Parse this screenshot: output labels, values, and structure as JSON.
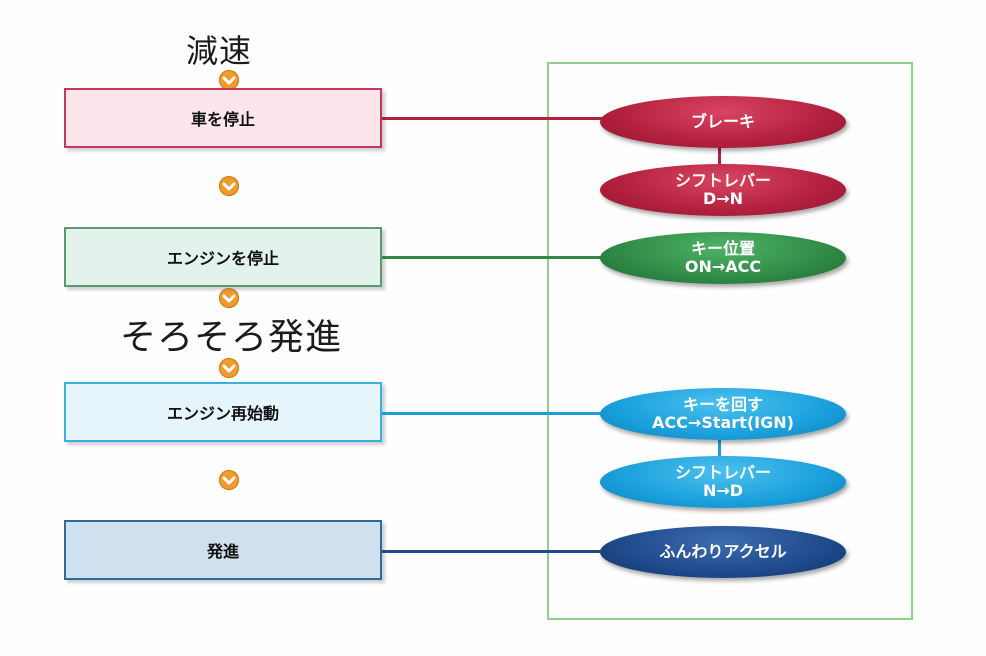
{
  "headings": {
    "decelerate": "減速",
    "slowly_start": "そろそろ発進"
  },
  "steps": [
    {
      "label": "車を停止",
      "color": "#c6375a",
      "fill": "#fce6ec"
    },
    {
      "label": "エンジンを停止",
      "color": "#5a9a70",
      "fill": "#e3f2ea"
    },
    {
      "label": "エンジン再始動",
      "color": "#3ab0e0",
      "fill": "#e6f4fb"
    },
    {
      "label": "発進",
      "color": "#2f6b9a",
      "fill": "#cfe1ee"
    }
  ],
  "actions": [
    {
      "lines": [
        "ブレーキ"
      ],
      "color": "#b3203e"
    },
    {
      "lines": [
        "シフトレバー",
        "D→N"
      ],
      "color": "#b3203e"
    },
    {
      "lines": [
        "キー位置",
        "ON→ACC"
      ],
      "color": "#2f8a45"
    },
    {
      "lines": [
        "キーを回す",
        "ACC→Start(IGN)"
      ],
      "color": "#1aa0dc"
    },
    {
      "lines": [
        "シフトレバー",
        "N→D"
      ],
      "color": "#1aa0dc"
    },
    {
      "lines": [
        "ふんわりアクセル"
      ],
      "color": "#1f4a8c"
    }
  ],
  "colors": {
    "arrow": "#ee9a2c",
    "group_frame": "#8fce8b"
  }
}
